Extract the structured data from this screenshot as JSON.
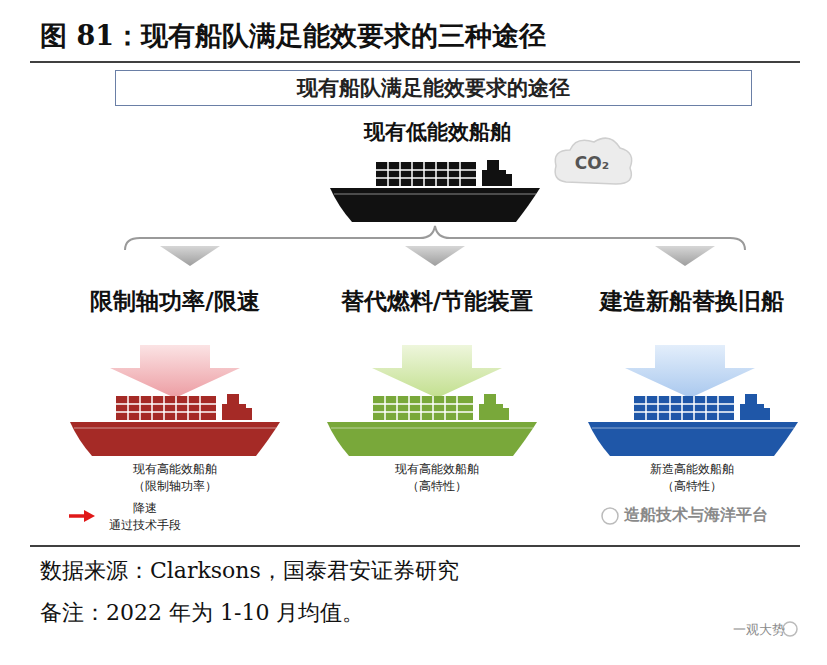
{
  "diagram": {
    "title": "图 81：现有船队满足能效要求的三种途径",
    "nodes": [
      {
        "text": [
          "现有船队满足能效要求的途径"
        ]
      }
    ],
    "labels": [
      "现有低能效船舶",
      "CO₂",
      "限制轴功率/限速",
      "替代燃料/节能装置",
      "建造新船替换旧船",
      "现有高能效船舶",
      "（限制轴功率）",
      "现有高能效船舶",
      "（高特性）",
      "新造高能效船舶",
      "（高特性）",
      "造船技术与海洋平台",
      "数据来源：Clarksons，国泰君安证券研究",
      "备注：2022 年为 1-10 月均值。",
      "一观大势"
    ],
    "legend": [
      {
        "text": "降速 通过技术手段"
      }
    ]
  }
}
